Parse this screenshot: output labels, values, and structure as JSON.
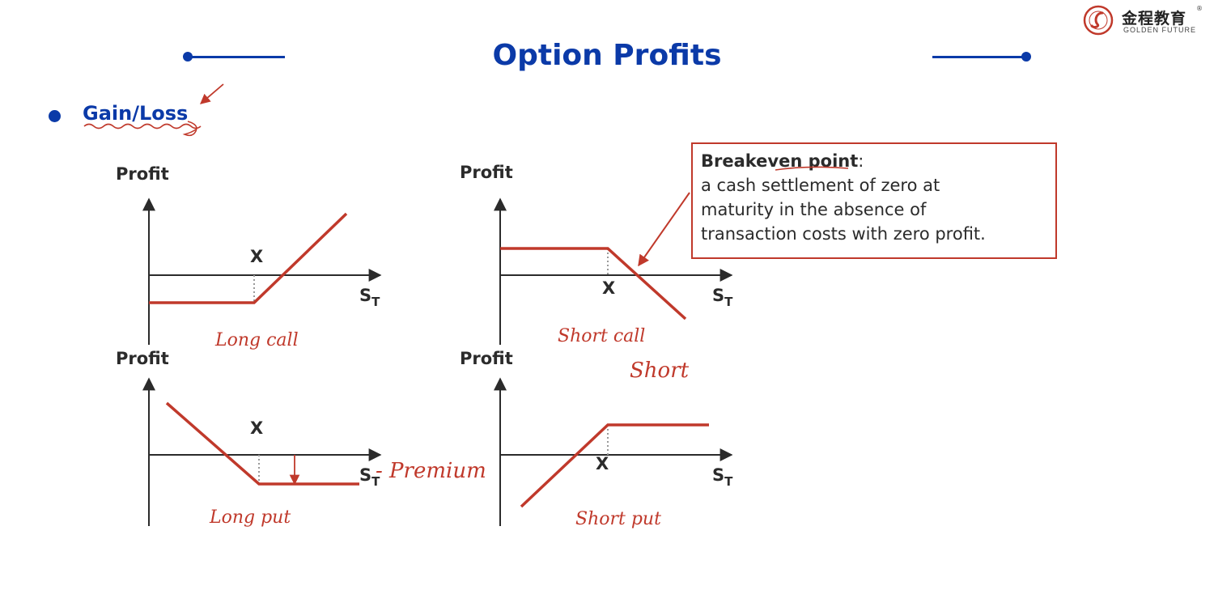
{
  "header": {
    "title": "Option Profits",
    "logo_cn": "金程教育",
    "logo_en": "GOLDEN FUTURE",
    "logo_reg": "®"
  },
  "bullet": {
    "text": "Gain/Loss"
  },
  "callout": {
    "heading": "Breakeven point",
    "colon": ":",
    "lines": [
      "a cash settlement of zero at",
      "maturity in the absence of",
      "transaction costs with zero profit."
    ]
  },
  "diagrams": [
    {
      "id": "long-call",
      "y_label": "Profit",
      "strike_label": "X",
      "x_label_main": "S",
      "x_label_sub": "T",
      "caption": "Long call"
    },
    {
      "id": "short-call",
      "y_label": "Profit",
      "strike_label": "X",
      "x_label_main": "S",
      "x_label_sub": "T",
      "caption": "Short call"
    },
    {
      "id": "long-put",
      "y_label": "Profit",
      "strike_label": "X",
      "x_label_main": "S",
      "x_label_sub": "T",
      "caption": "Long put"
    },
    {
      "id": "short-put",
      "y_label": "Profit",
      "strike_label": "X",
      "x_label_main": "S",
      "x_label_sub": "T",
      "caption": "Short put"
    }
  ],
  "annotations": {
    "short_note": "Short",
    "premium_note": "- Premium"
  },
  "colors": {
    "brand_blue": "#0b3aa8",
    "payoff_red": "#c0392b",
    "axis": "#2b2b2b",
    "strike_dotted": "#9a9a9a"
  }
}
